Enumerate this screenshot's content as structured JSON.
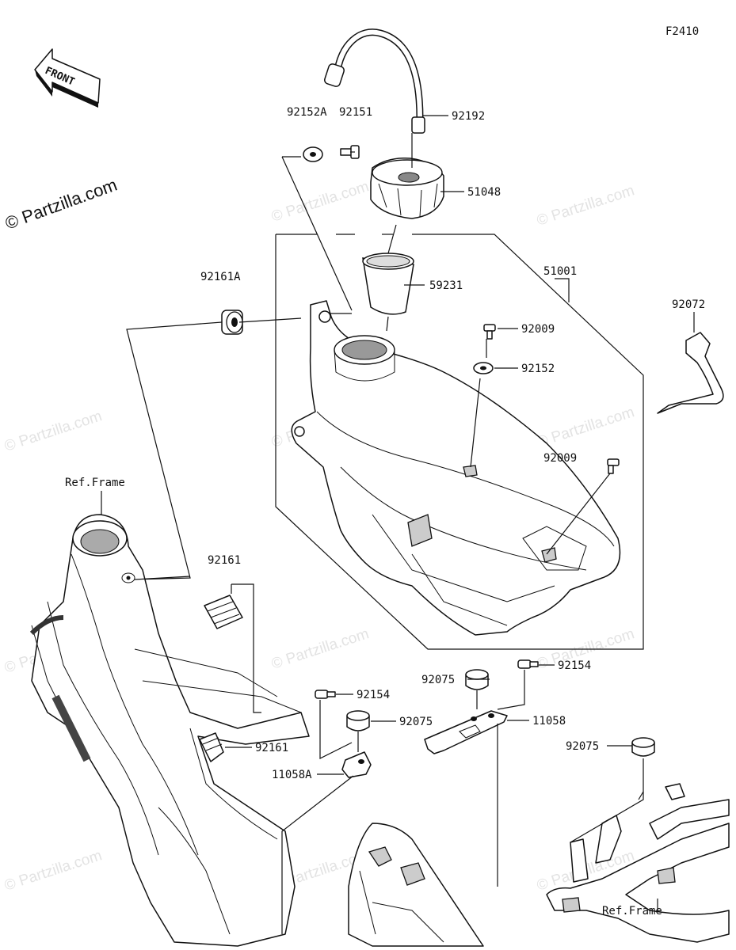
{
  "figure_code": "F2410",
  "front_badge": "FRONT",
  "copyright_main": "© Partzilla.com",
  "watermark": "© Partzilla.com",
  "parts": [
    {
      "id": "p92152A",
      "number": "92152A"
    },
    {
      "id": "p92151",
      "number": "92151"
    },
    {
      "id": "p92192",
      "number": "92192"
    },
    {
      "id": "p51048",
      "number": "51048"
    },
    {
      "id": "p59231",
      "number": "59231"
    },
    {
      "id": "p51001",
      "number": "51001"
    },
    {
      "id": "p92161A",
      "number": "92161A"
    },
    {
      "id": "p92009a",
      "number": "92009"
    },
    {
      "id": "p92152",
      "number": "92152"
    },
    {
      "id": "p92072",
      "number": "92072"
    },
    {
      "id": "p92009b",
      "number": "92009"
    },
    {
      "id": "p92161a",
      "number": "92161"
    },
    {
      "id": "p92161b",
      "number": "92161"
    },
    {
      "id": "p92154a",
      "number": "92154"
    },
    {
      "id": "p92075a",
      "number": "92075"
    },
    {
      "id": "p11058A",
      "number": "11058A"
    },
    {
      "id": "p92075b",
      "number": "92075"
    },
    {
      "id": "p92154b",
      "number": "92154"
    },
    {
      "id": "p11058",
      "number": "11058"
    },
    {
      "id": "p92075c",
      "number": "92075"
    }
  ],
  "ref_frame_top": "Ref.Frame",
  "ref_frame_bottom": "Ref.Frame"
}
